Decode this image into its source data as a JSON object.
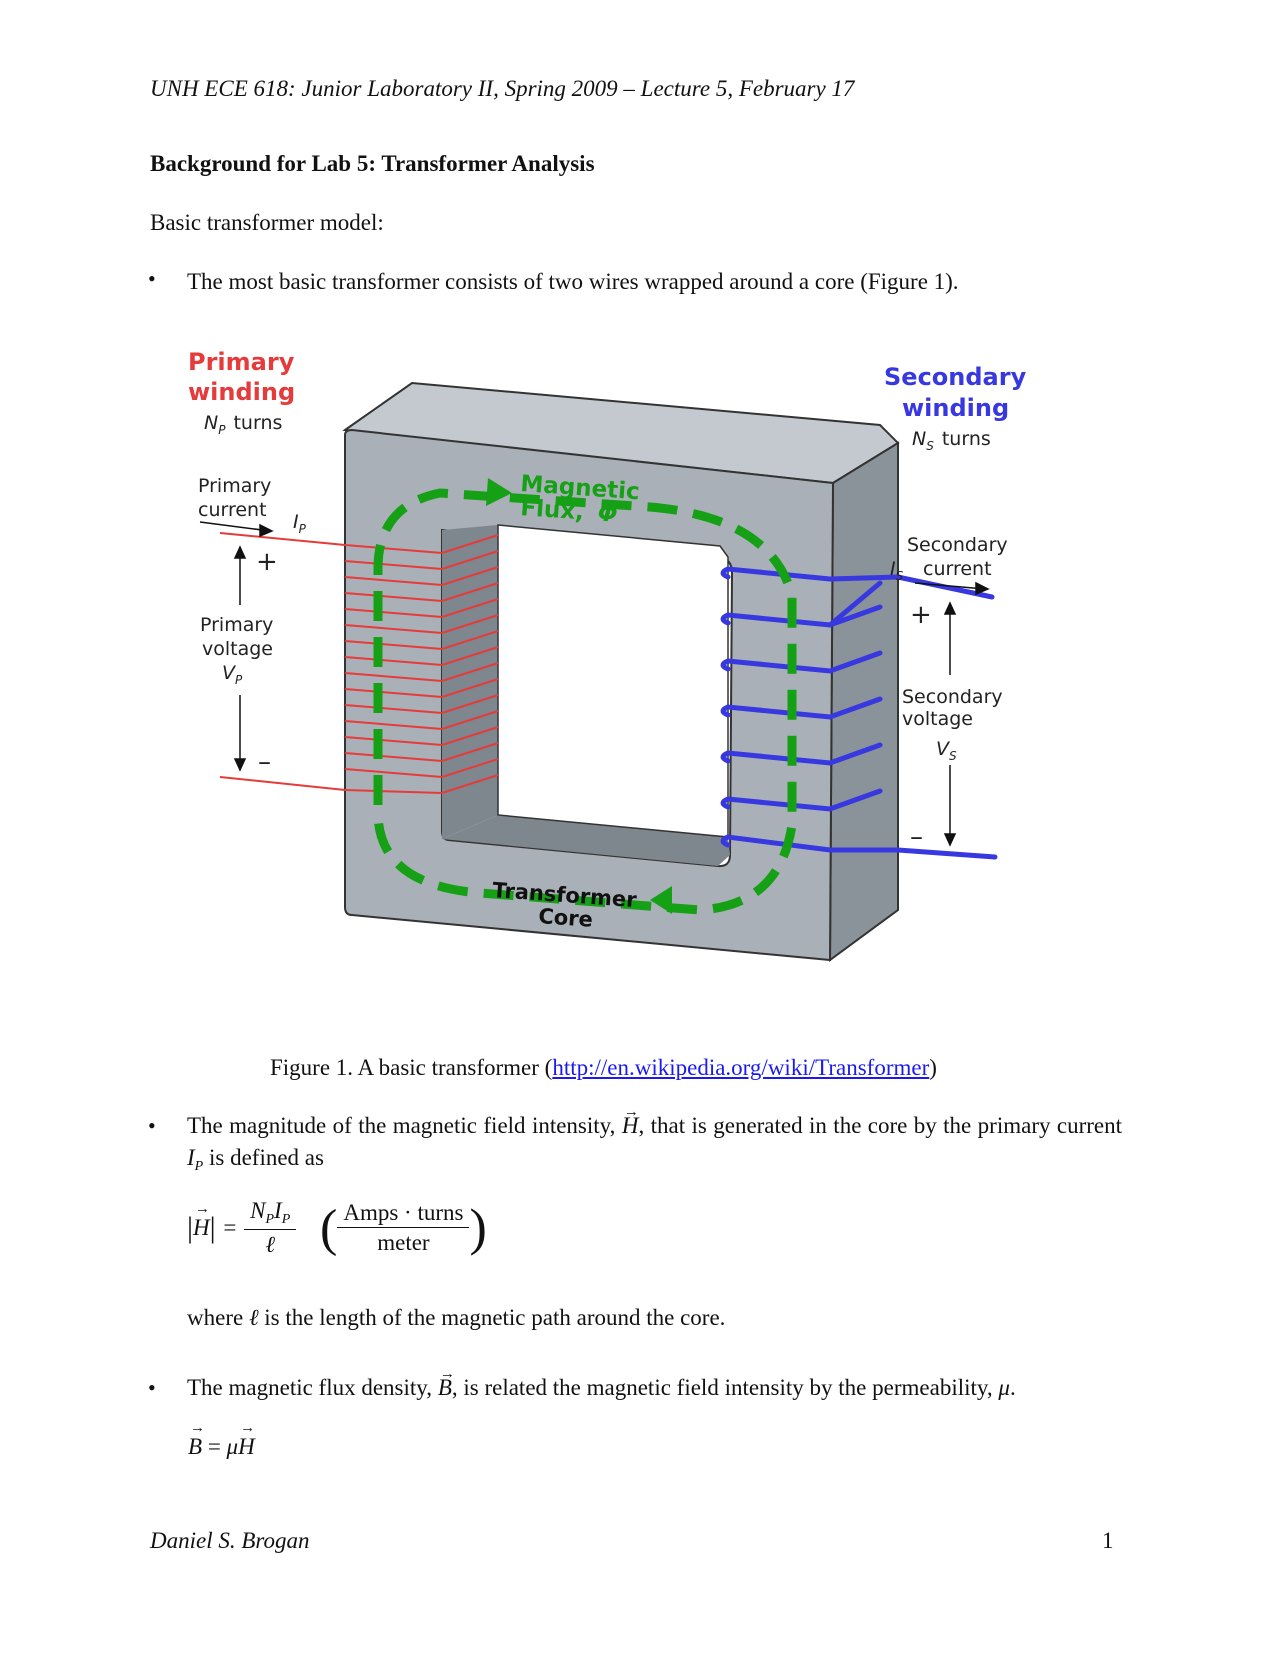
{
  "header": "UNH ECE 618: Junior Laboratory II, Spring 2009 – Lecture 5, February 17",
  "title": "Background for Lab 5: Transformer Analysis",
  "subheading": "Basic transformer model:",
  "bullet_symbol": "•",
  "bullet1": "The most basic transformer consists of two wires wrapped around a core (Figure 1).",
  "figure": {
    "primary_title_1": "Primary",
    "primary_title_2": "winding",
    "primary_turns_sym": "N",
    "primary_turns_sub": "P",
    "primary_turns_word": "turns",
    "primary_current_1": "Primary",
    "primary_current_2": "current",
    "primary_current_sym": "I",
    "primary_current_sub": "P",
    "plus": "+",
    "minus": "–",
    "primary_voltage_1": "Primary",
    "primary_voltage_2": "voltage",
    "primary_voltage_sym": "V",
    "primary_voltage_sub": "P",
    "flux_1": "Magnetic",
    "flux_2": "Flux,",
    "flux_sym": "Φ",
    "secondary_title_1": "Secondary",
    "secondary_title_2": "winding",
    "secondary_turns_sym": "N",
    "secondary_turns_sub": "S",
    "secondary_turns_word": "turns",
    "secondary_current_1": "Secondary",
    "secondary_current_2": "current",
    "secondary_current_sym": "I",
    "secondary_current_sub": "S",
    "secondary_voltage_1": "Secondary",
    "secondary_voltage_2": "voltage",
    "secondary_voltage_sym": "V",
    "secondary_voltage_sub": "S",
    "core_1": "Transformer",
    "core_2": "Core",
    "colors": {
      "primary": "#e63b3b",
      "secondary": "#3838e0",
      "flux": "#15a015",
      "core_front": "#a9b0b7",
      "core_side": "#8a929a",
      "core_top": "#c3c9ce"
    }
  },
  "caption_prefix": "Figure 1. A basic transformer (",
  "caption_link": "http://en.wikipedia.org/wiki/Transformer",
  "caption_suffix": ")",
  "bullet2": {
    "t1": "The magnitude of the magnetic field intensity,",
    "H": "H",
    "t2": ", that is generated in the core by the primary current",
    "I": "I",
    "Isub": "P",
    "t3": "is defined as"
  },
  "eq1": {
    "H": "H",
    "eq": "=",
    "num_N": "N",
    "num_Nsub": "P",
    "num_I": "I",
    "num_Isub": "P",
    "den": "ℓ",
    "unit_num": "Amps · turns",
    "unit_den": "meter"
  },
  "where": {
    "t1": "where",
    "ell": "ℓ",
    "t2": "is the length of the magnetic path around the core."
  },
  "bullet3": {
    "t1": "The magnetic flux density,",
    "B": "B",
    "t2": ", is related the magnetic field intensity by the permeability,",
    "mu": "μ",
    "t3": "."
  },
  "eq2": {
    "B": "B",
    "eq": " = ",
    "mu": "μ",
    "H": "H"
  },
  "footer": {
    "author": "Daniel S. Brogan",
    "page": "1"
  }
}
